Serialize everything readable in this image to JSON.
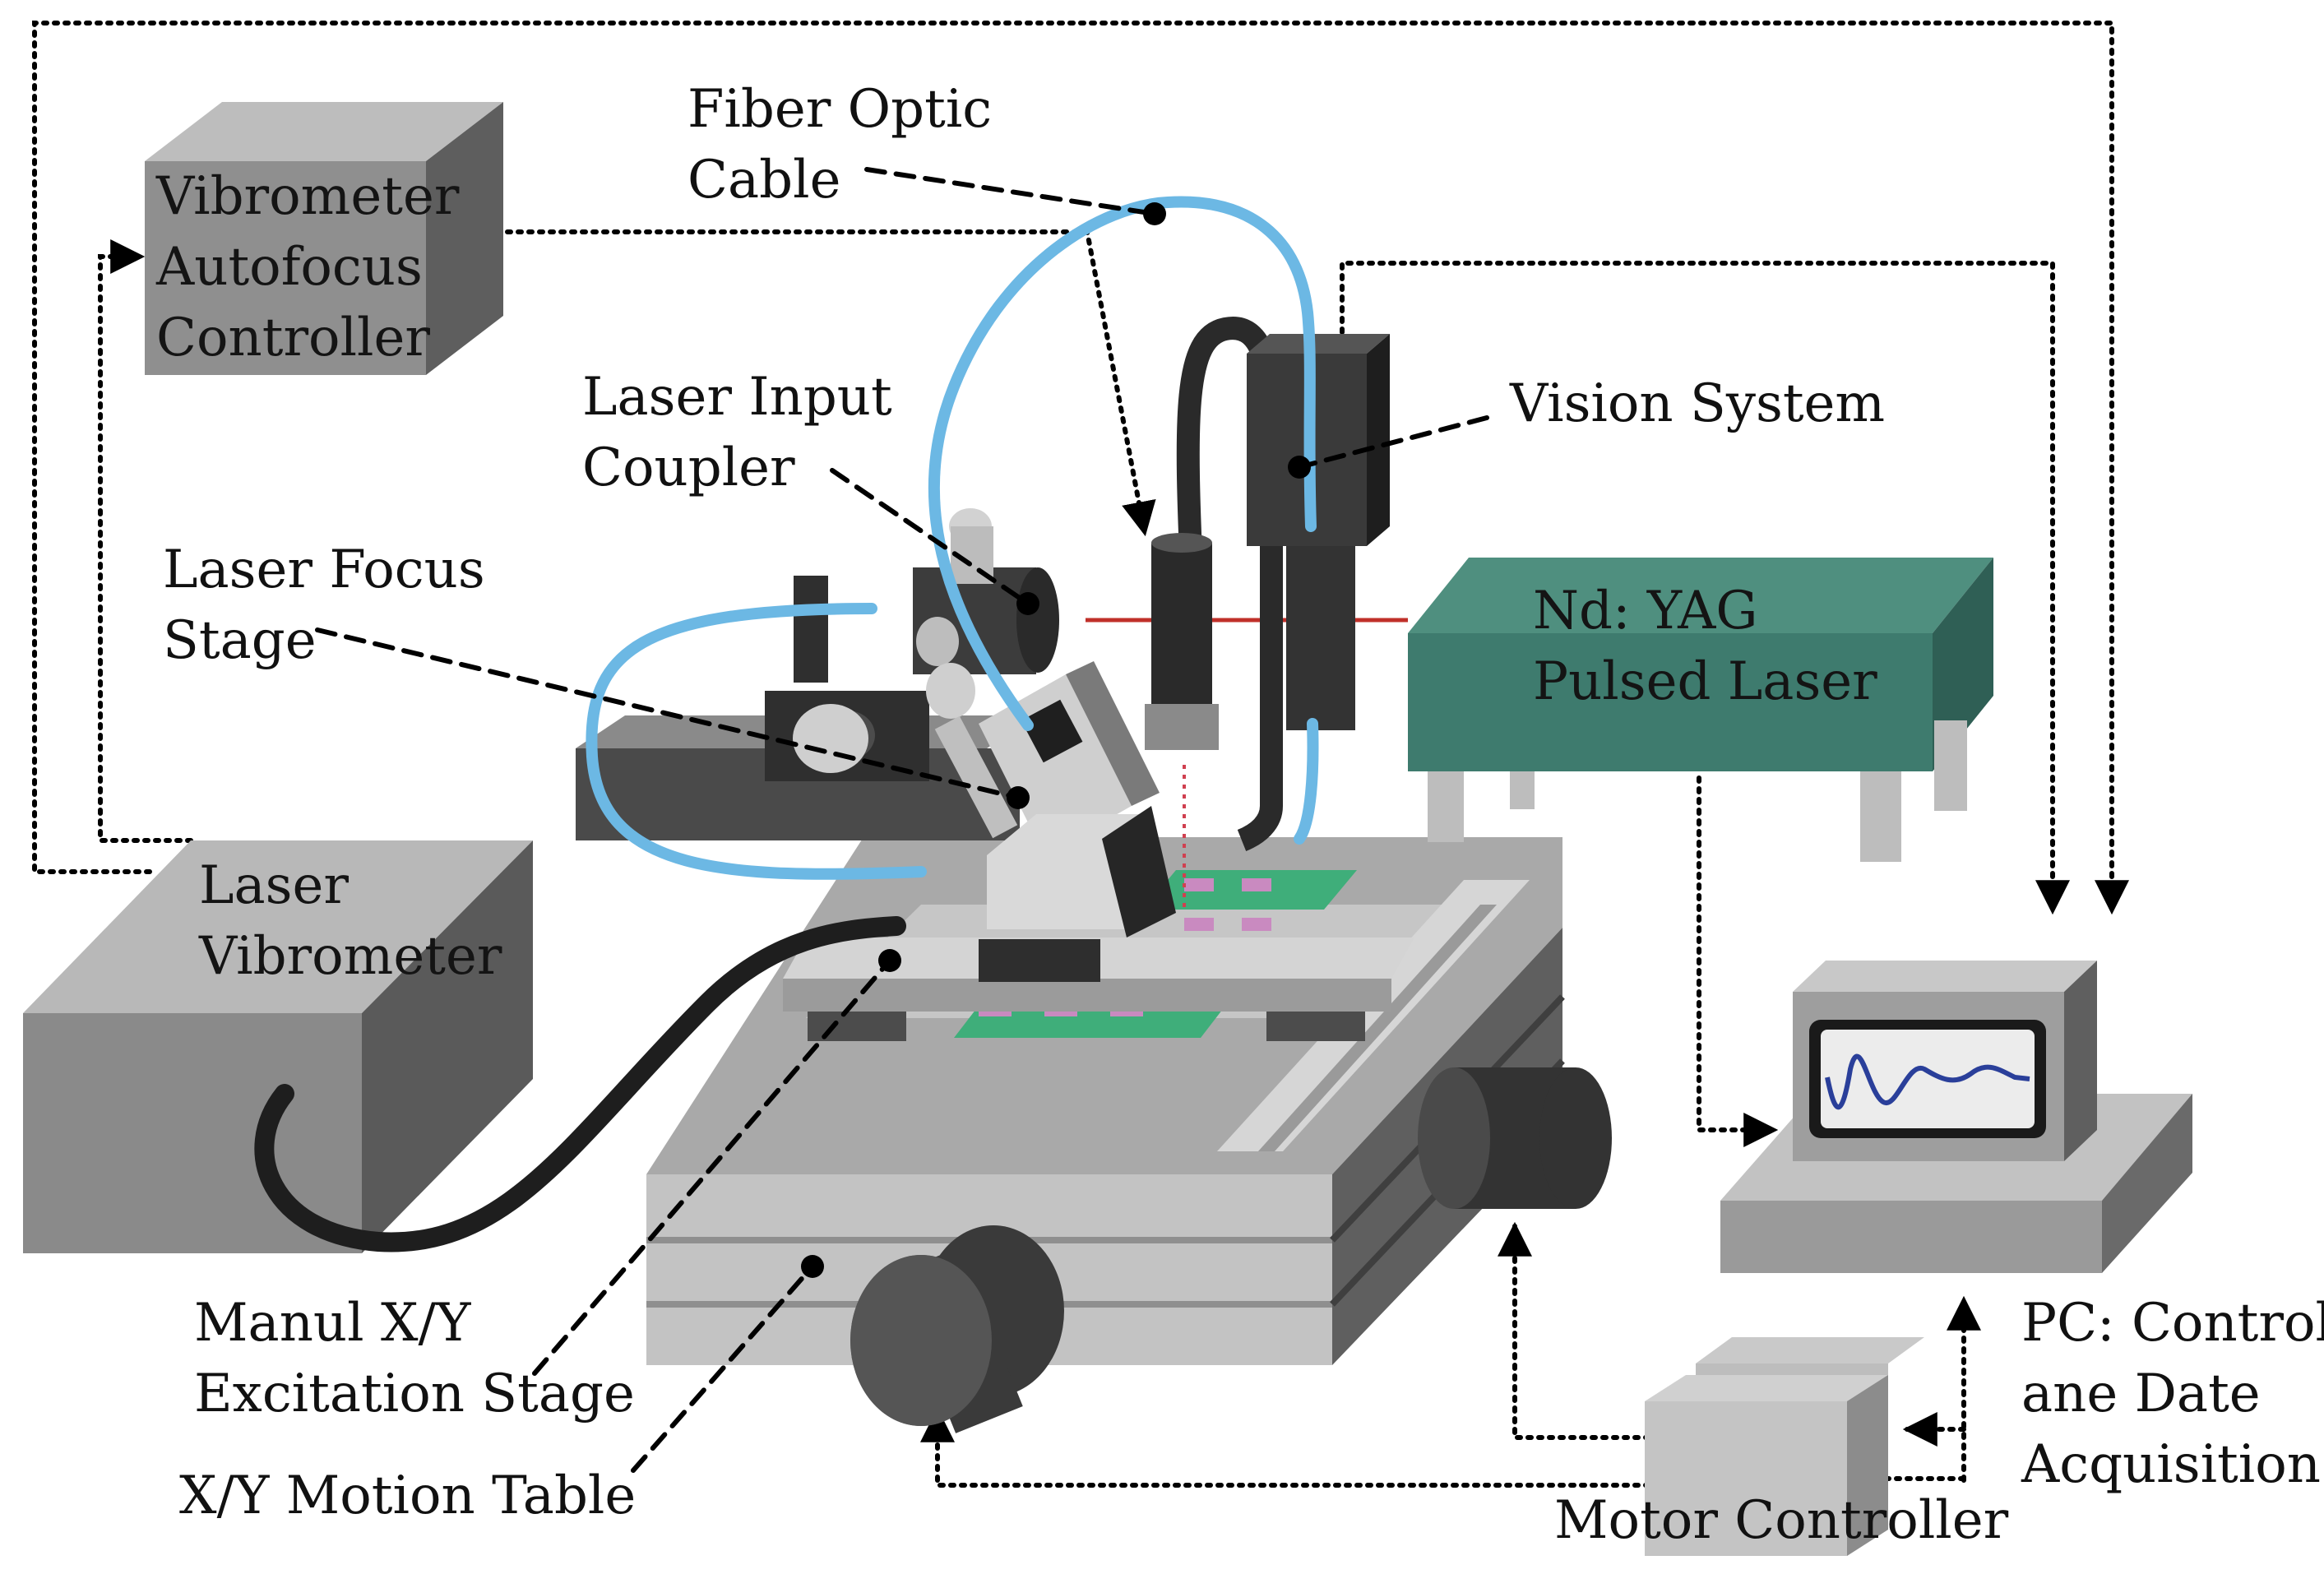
{
  "labels": {
    "fiber_optic_cable": [
      "Fiber Optic",
      "Cable"
    ],
    "vibrometer_autofocus_controller": [
      "Vibrometer",
      "Autofocus",
      "Controller"
    ],
    "laser_input_coupler": [
      "Laser Input",
      "Coupler"
    ],
    "vision_system": [
      "Vision System"
    ],
    "laser_focus_stage": [
      "Laser Focus",
      "Stage"
    ],
    "nd_yag_pulsed_laser": [
      "Nd: YAG",
      "Pulsed Laser"
    ],
    "laser_vibrometer": [
      "Laser",
      "Vibrometer"
    ],
    "manul_xy_excitation_stage": [
      "Manul X/Y",
      "Excitation Stage"
    ],
    "xy_motion_table": [
      "X/Y Motion Table"
    ],
    "pc_control_data_acquisition": [
      "PC: Control",
      "ane Date",
      "Acquisition"
    ],
    "motor_controller": [
      "Motor Controller"
    ]
  },
  "colors": {
    "fiber_optic": "#6cb8e4",
    "laser_beam": "#c0302a",
    "nd_yag_box": "#3e7b6e",
    "pcb_green": "#3fae7a",
    "pcb_pad": "#c98ac0",
    "equipment_gray": "#a8a8a8",
    "equipment_dark": "#3a3a3a",
    "pc_waveform": "#2a3f9a",
    "leader_line": "#000000"
  }
}
